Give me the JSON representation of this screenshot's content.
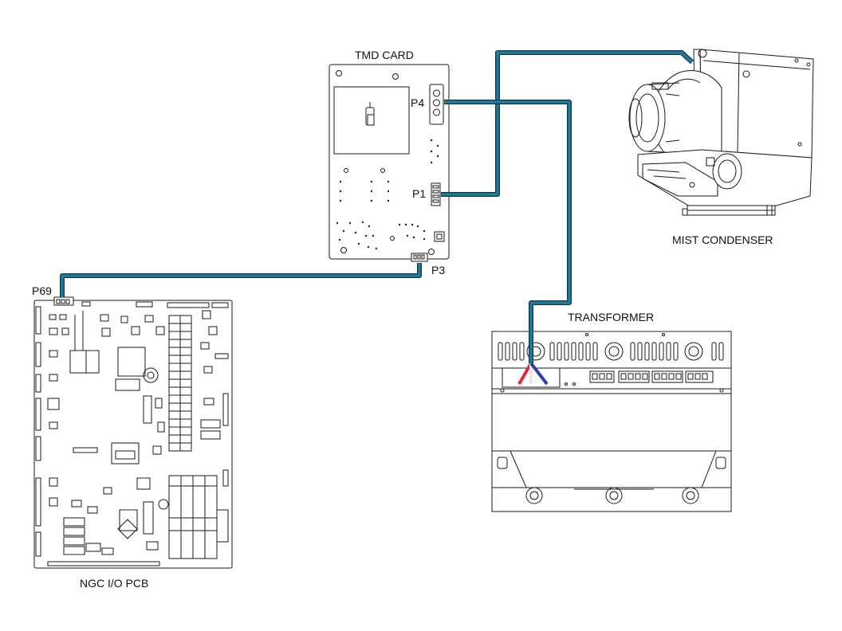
{
  "diagram": {
    "labels": {
      "tmd_card": "TMD CARD",
      "p4": "P4",
      "p1": "P1",
      "p3": "P3",
      "p69": "P69",
      "mist_condenser": "MIST CONDENSER",
      "transformer": "TRANSFORMER",
      "ngc_io_pcb": "NGC I/O PCB"
    },
    "colors": {
      "cable": "#1b7ea3",
      "cable_outline": "#1b3340",
      "wire_red": "#e0283a",
      "wire_white": "#e8e8e8",
      "wire_blue": "#2a3ea8"
    }
  }
}
